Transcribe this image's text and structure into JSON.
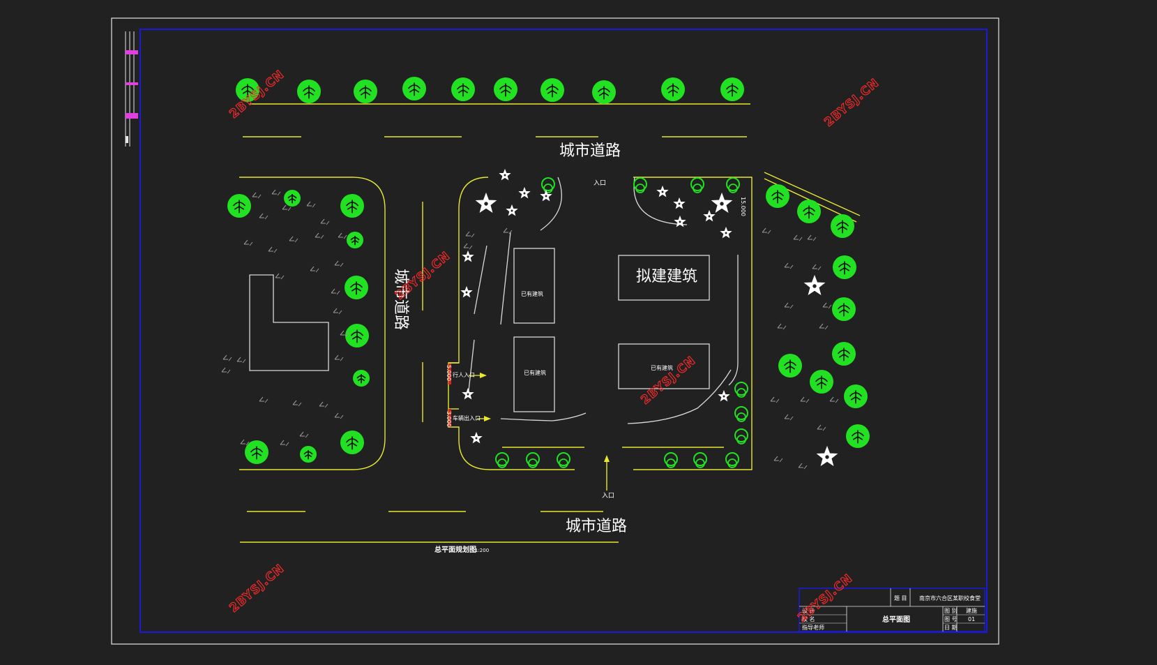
{
  "labels": {
    "road_top": "城市道路",
    "road_bottom": "城市道路",
    "road_left": "城市道路",
    "entrance_top": "入口",
    "entrance_bottom": "入口",
    "new_building": "拟建建筑",
    "existing_1": "已有建筑",
    "existing_2": "已有建筑",
    "existing_3": "已有建筑",
    "pedestrian_entry": "行人入口",
    "vehicle_entry": "车辆出入口",
    "dim_left_1": "5.000",
    "dim_left_2": "3.000",
    "dim_right": "15.000",
    "plan_title": "总平面规划图",
    "plan_scale": "1:200"
  },
  "title_block": {
    "topic_label": "题 目",
    "topic_value": "南京市六合区某职校食堂",
    "drawing_name": "总平面图",
    "rows_left": [
      "设 计",
      "校 名",
      "指导老师"
    ],
    "rows_right": [
      "图 别",
      "图 号",
      "日 期"
    ],
    "rows_right_values": [
      "建施",
      "01",
      ""
    ]
  },
  "watermark": "2BYSJ.CN",
  "colors": {
    "background": "#212121",
    "road_line": "#e8e830",
    "building": "#d9d9d9",
    "tree": "#22e022",
    "frame_inner": "#1a1ad8",
    "watermark": "#ff2a2a",
    "sidebar_marks": "#e040e0"
  }
}
